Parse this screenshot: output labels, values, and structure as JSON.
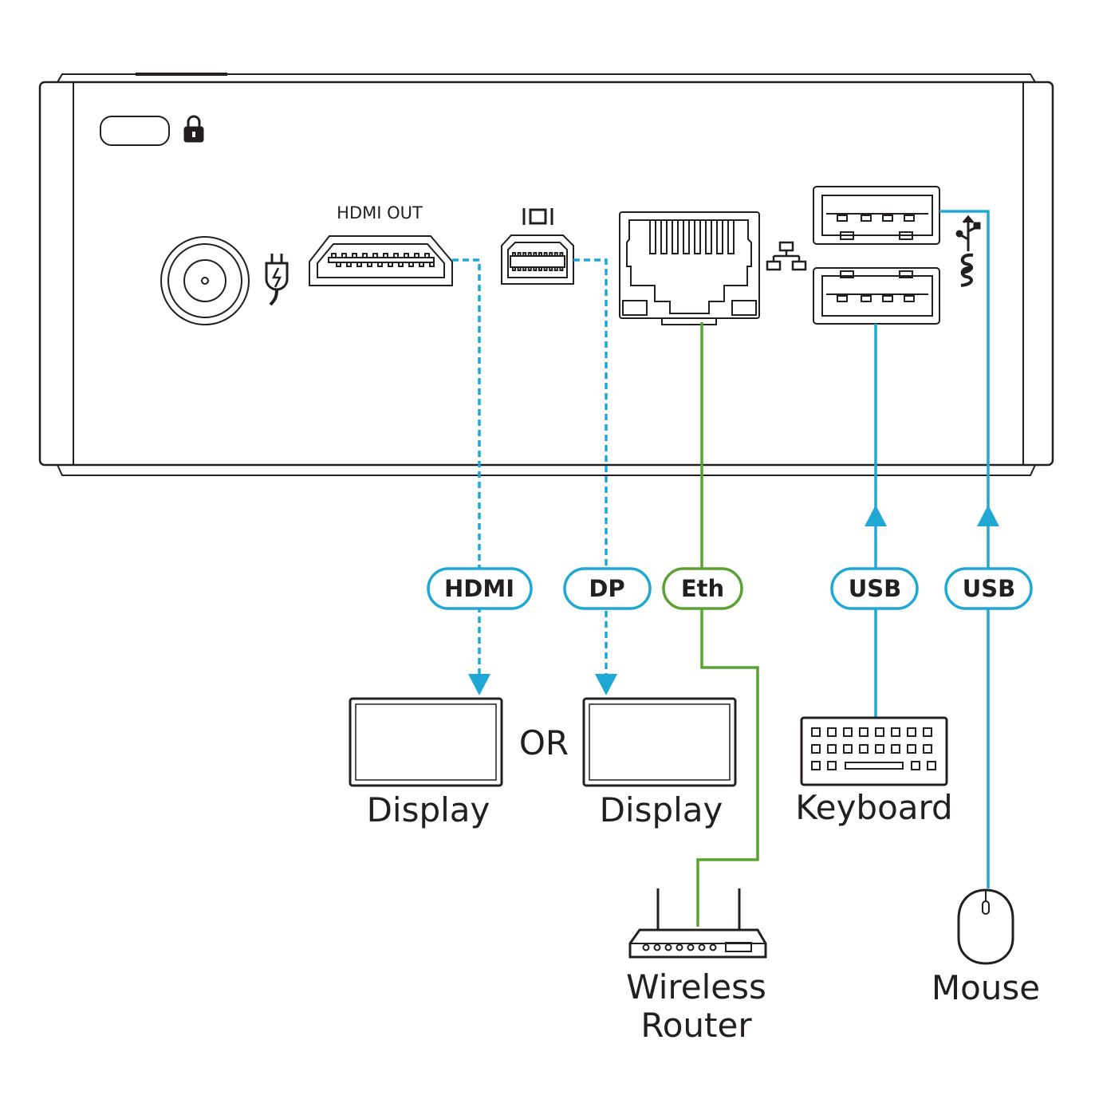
{
  "device": {
    "hdmi_out_label": "HDMI OUT"
  },
  "connections": [
    {
      "tag": "HDMI",
      "device": "Display"
    },
    {
      "tag": "DP",
      "device": "Display"
    },
    {
      "tag": "Eth",
      "device_line1": "Wireless",
      "device_line2": "Router"
    },
    {
      "tag": "USB",
      "device": "Keyboard"
    },
    {
      "tag": "USB",
      "device": "Mouse"
    }
  ],
  "or_text": "OR",
  "colors": {
    "cyan": "#1fa8d4",
    "green": "#5aa032",
    "outline": "#231f20"
  },
  "icons": [
    "kensington-lock-icon",
    "lock-icon",
    "power-plug-icon",
    "displayport-icon",
    "network-icon",
    "usb-superspeed-icon",
    "display-icon",
    "router-icon",
    "keyboard-icon",
    "mouse-icon"
  ]
}
